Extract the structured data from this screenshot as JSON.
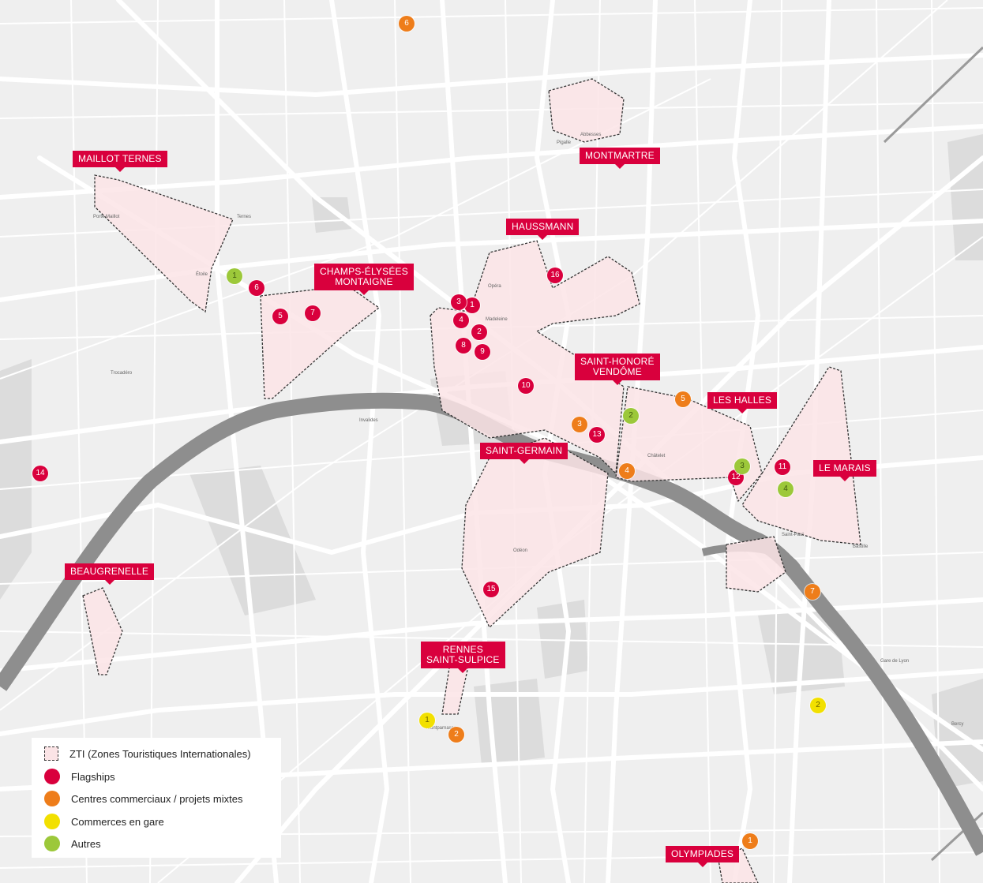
{
  "map": {
    "city": "Paris",
    "colors": {
      "flagship": "#d9003d",
      "centre": "#ee7d1a",
      "gare": "#f2e000",
      "autre": "#9cc83a",
      "zone_fill": "#fbe4e6",
      "river": "#8a8a8a"
    }
  },
  "zones": [
    {
      "id": "maillot-ternes",
      "label": "MAILLOT TERNES"
    },
    {
      "id": "montmartre",
      "label": "MONTMARTRE"
    },
    {
      "id": "haussmann",
      "label": "HAUSSMANN"
    },
    {
      "id": "champs-elysees",
      "label": "CHAMPS-ÉLYSÉES\nMONTAIGNE"
    },
    {
      "id": "saint-honore",
      "label": "SAINT-HONORÉ\nVENDÔME"
    },
    {
      "id": "les-halles",
      "label": "LES HALLES"
    },
    {
      "id": "saint-germain",
      "label": "SAINT-GERMAIN"
    },
    {
      "id": "le-marais",
      "label": "LE MARAIS"
    },
    {
      "id": "beaugrenelle",
      "label": "BEAUGRENELLE"
    },
    {
      "id": "rennes",
      "label": "RENNES\nSAINT-SULPICE"
    },
    {
      "id": "olympiades",
      "label": "OLYMPIADES"
    }
  ],
  "markers": {
    "flagships": [
      "1",
      "2",
      "3",
      "4",
      "5",
      "6",
      "7",
      "8",
      "9",
      "10",
      "11",
      "12",
      "13",
      "14",
      "15",
      "16"
    ],
    "centres": [
      "1",
      "2",
      "3",
      "4",
      "5",
      "6",
      "7"
    ],
    "gares": [
      "1",
      "2"
    ],
    "autres": [
      "1",
      "2",
      "3",
      "4"
    ]
  },
  "legend": {
    "zti": "ZTI (Zones Touristiques Internationales)",
    "flagships": "Flagships",
    "centres": "Centres commerciaux / projets mixtes",
    "gares": "Commerces en gare",
    "autres": "Autres"
  },
  "street_labels": [
    "Porte Maillot",
    "Ternes",
    "Étoile",
    "Opéra",
    "Madeleine",
    "Pigalle",
    "Abbesses",
    "Châtelet",
    "Saint-Paul",
    "Odéon",
    "Montparnasse",
    "Gare de Lyon",
    "Bastille",
    "Invalides",
    "Trocadéro",
    "Bercy"
  ]
}
